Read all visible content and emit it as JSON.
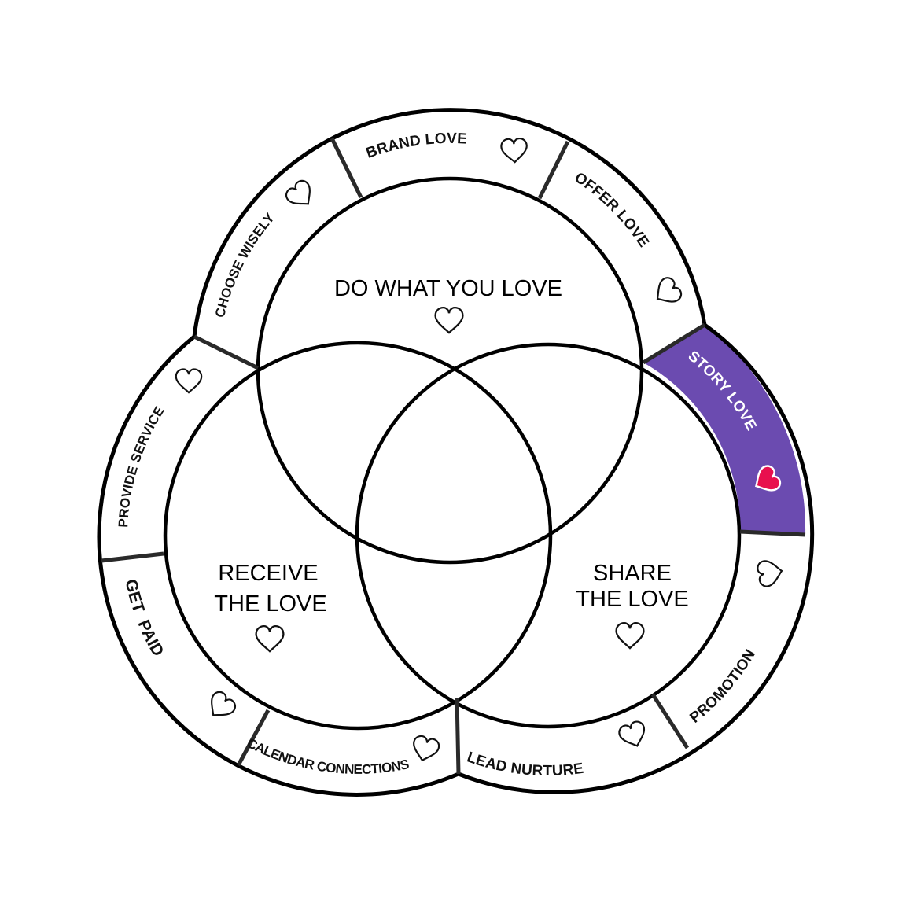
{
  "diagram": {
    "circles": [
      {
        "id": "top",
        "title_lines": [
          "DO WHAT YOU LOVE"
        ]
      },
      {
        "id": "bottom-left",
        "title_lines": [
          "RECEIVE",
          "THE LOVE"
        ]
      },
      {
        "id": "bottom-right",
        "title_lines": [
          "SHARE",
          "THE LOVE"
        ]
      }
    ],
    "ring_segments": [
      {
        "id": "choose-wisely",
        "label": "CHOOSE WISELY",
        "highlighted": false
      },
      {
        "id": "brand-love",
        "label": "BRAND LOVE",
        "highlighted": false
      },
      {
        "id": "offer-love",
        "label": "OFFER LOVE",
        "highlighted": false
      },
      {
        "id": "story-love",
        "label": "STORY LOVE",
        "highlighted": true
      },
      {
        "id": "promotion",
        "label": "PROMOTION",
        "highlighted": false
      },
      {
        "id": "lead-nurture",
        "label": "LEAD NURTURE",
        "highlighted": false
      },
      {
        "id": "calendar-connections",
        "label": "CALENDAR CONNECTIONS",
        "highlighted": false
      },
      {
        "id": "get-paid",
        "label": "GET  PAID",
        "highlighted": false
      },
      {
        "id": "provide-service",
        "label": "PROVIDE SERVICE",
        "highlighted": false
      }
    ],
    "colors": {
      "highlight_fill": "#6B4BB0",
      "highlight_heart": "#E8104E",
      "line": "#000000",
      "background": "#FFFFFF"
    }
  }
}
